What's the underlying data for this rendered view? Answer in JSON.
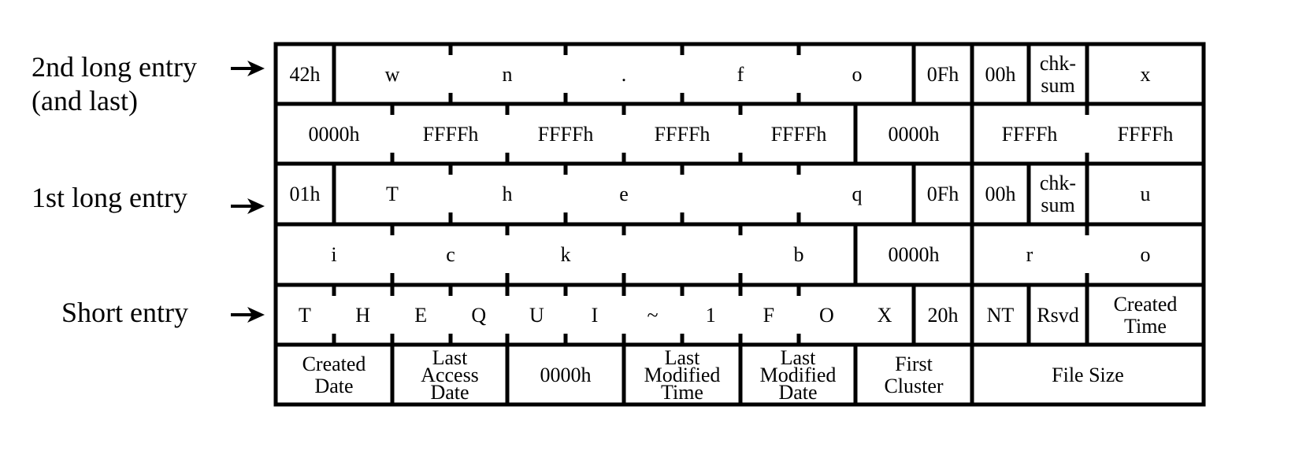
{
  "labels": {
    "second_line1": "2nd long entry",
    "second_line2": "(and last)",
    "first": "1st long entry",
    "short": "Short entry"
  },
  "rows": [
    [
      {
        "t": [
          "42h"
        ],
        "name": "ordinal-cell"
      },
      {
        "t": [
          "w"
        ],
        "name": "name-char-cell"
      },
      {
        "t": [
          "n"
        ],
        "name": "name-char-cell"
      },
      {
        "t": [
          "."
        ],
        "name": "name-char-cell"
      },
      {
        "t": [
          "f"
        ],
        "name": "name-char-cell"
      },
      {
        "t": [
          "o"
        ],
        "name": "name-char-cell"
      },
      {
        "t": [
          "0Fh"
        ],
        "name": "attribute-cell"
      },
      {
        "t": [
          "00h"
        ],
        "name": "type-cell"
      },
      {
        "t": [
          "chk-",
          "sum"
        ],
        "name": "checksum-cell"
      },
      {
        "t": [
          "x"
        ],
        "name": "name-char-cell"
      }
    ],
    [
      {
        "t": [
          "0000h"
        ],
        "name": "name-char-cell"
      },
      {
        "t": [
          "FFFFh"
        ],
        "name": "name-char-cell"
      },
      {
        "t": [
          "FFFFh"
        ],
        "name": "name-char-cell"
      },
      {
        "t": [
          "FFFFh"
        ],
        "name": "name-char-cell"
      },
      {
        "t": [
          "FFFFh"
        ],
        "name": "name-char-cell"
      },
      {
        "t": [
          "0000h"
        ],
        "name": "cluster-cell"
      },
      {
        "t": [
          "FFFFh"
        ],
        "name": "name-char-cell"
      },
      {
        "t": [
          "FFFFh"
        ],
        "name": "name-char-cell"
      }
    ],
    [
      {
        "t": [
          "01h"
        ],
        "name": "ordinal-cell"
      },
      {
        "t": [
          "T"
        ],
        "name": "name-char-cell"
      },
      {
        "t": [
          "h"
        ],
        "name": "name-char-cell"
      },
      {
        "t": [
          "e"
        ],
        "name": "name-char-cell"
      },
      {
        "t": [
          ""
        ],
        "name": "name-char-cell"
      },
      {
        "t": [
          "q"
        ],
        "name": "name-char-cell"
      },
      {
        "t": [
          "0Fh"
        ],
        "name": "attribute-cell"
      },
      {
        "t": [
          "00h"
        ],
        "name": "type-cell"
      },
      {
        "t": [
          "chk-",
          "sum"
        ],
        "name": "checksum-cell"
      },
      {
        "t": [
          "u"
        ],
        "name": "name-char-cell"
      }
    ],
    [
      {
        "t": [
          "i"
        ],
        "name": "name-char-cell"
      },
      {
        "t": [
          "c"
        ],
        "name": "name-char-cell"
      },
      {
        "t": [
          "k"
        ],
        "name": "name-char-cell"
      },
      {
        "t": [
          ""
        ],
        "name": "name-char-cell"
      },
      {
        "t": [
          "b"
        ],
        "name": "name-char-cell"
      },
      {
        "t": [
          "0000h"
        ],
        "name": "cluster-cell"
      },
      {
        "t": [
          "r"
        ],
        "name": "name-char-cell"
      },
      {
        "t": [
          "o"
        ],
        "name": "name-char-cell"
      }
    ],
    [
      {
        "t": [
          "T"
        ],
        "name": "name-char-cell"
      },
      {
        "t": [
          "H"
        ],
        "name": "name-char-cell"
      },
      {
        "t": [
          "E"
        ],
        "name": "name-char-cell"
      },
      {
        "t": [
          "Q"
        ],
        "name": "name-char-cell"
      },
      {
        "t": [
          "U"
        ],
        "name": "name-char-cell"
      },
      {
        "t": [
          "I"
        ],
        "name": "name-char-cell"
      },
      {
        "t": [
          "~"
        ],
        "name": "name-char-cell"
      },
      {
        "t": [
          "1"
        ],
        "name": "name-char-cell"
      },
      {
        "t": [
          "F"
        ],
        "name": "name-char-cell"
      },
      {
        "t": [
          "O"
        ],
        "name": "name-char-cell"
      },
      {
        "t": [
          "X"
        ],
        "name": "name-char-cell"
      },
      {
        "t": [
          "20h"
        ],
        "name": "attribute-cell"
      },
      {
        "t": [
          "NT"
        ],
        "name": "nt-cell"
      },
      {
        "t": [
          "Rsvd"
        ],
        "name": "reserved-cell"
      },
      {
        "t": [
          "Created",
          "Time"
        ],
        "name": "created-time-cell"
      }
    ],
    [
      {
        "t": [
          "Created",
          "Date"
        ],
        "name": "created-date-cell"
      },
      {
        "t": [
          "Last",
          "Access",
          "Date"
        ],
        "name": "last-access-date-cell"
      },
      {
        "t": [
          "0000h"
        ],
        "name": "zero-cell"
      },
      {
        "t": [
          "Last",
          "Modified",
          "Time"
        ],
        "name": "last-modified-time-cell"
      },
      {
        "t": [
          "Last",
          "Modified",
          "Date"
        ],
        "name": "last-modified-date-cell"
      },
      {
        "t": [
          "First",
          "Cluster"
        ],
        "name": "first-cluster-cell"
      },
      {
        "t": [
          "File Size"
        ],
        "name": "file-size-cell"
      }
    ]
  ]
}
